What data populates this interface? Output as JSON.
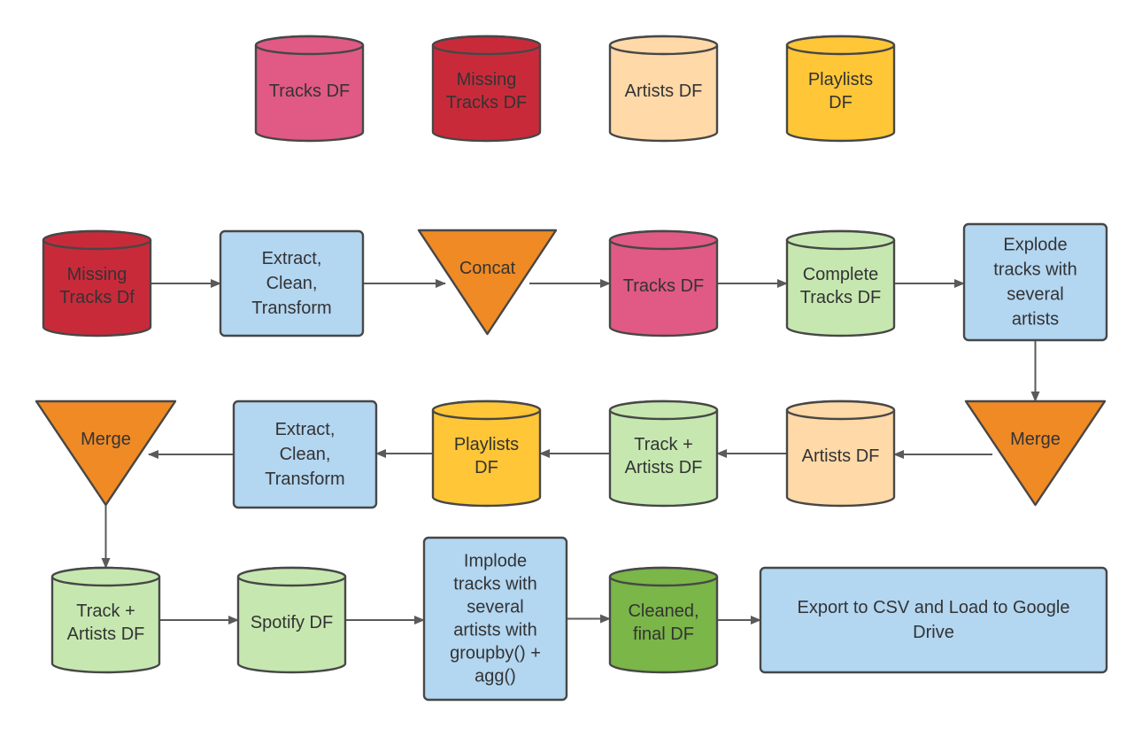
{
  "colors": {
    "tracks_pink": "#E05A85",
    "missing_red": "#C92A3A",
    "artists_peach": "#FFD9A8",
    "playlists_yellow": "#FFC637",
    "process_blue": "#B3D6F1",
    "merge_orange": "#F08A24",
    "complete_green": "#C6E8B0",
    "final_green": "#7AB648",
    "stroke": "#474747",
    "text": "#333333"
  },
  "legend": [
    {
      "id": "legend-tracks",
      "shape": "cylinder",
      "color": "tracks_pink",
      "lines": [
        "Tracks DF"
      ]
    },
    {
      "id": "legend-missing",
      "shape": "cylinder",
      "color": "missing_red",
      "lines": [
        "Missing",
        "Tracks DF"
      ]
    },
    {
      "id": "legend-artists",
      "shape": "cylinder",
      "color": "artists_peach",
      "lines": [
        "Artists DF"
      ]
    },
    {
      "id": "legend-playlists",
      "shape": "cylinder",
      "color": "playlists_yellow",
      "lines": [
        "Playlists",
        "DF"
      ]
    }
  ],
  "nodes": [
    {
      "id": "missing-tracks",
      "shape": "cylinder",
      "color": "missing_red",
      "lines": [
        "Missing",
        "Tracks Df"
      ]
    },
    {
      "id": "extract-1",
      "shape": "process",
      "color": "process_blue",
      "lines": [
        "Extract,",
        "Clean,",
        "Transform"
      ]
    },
    {
      "id": "concat",
      "shape": "merge",
      "color": "merge_orange",
      "lines": [
        "Concat"
      ]
    },
    {
      "id": "tracks-df",
      "shape": "cylinder",
      "color": "tracks_pink",
      "lines": [
        "Tracks DF"
      ]
    },
    {
      "id": "complete-tracks",
      "shape": "cylinder",
      "color": "complete_green",
      "lines": [
        "Complete",
        "Tracks DF"
      ]
    },
    {
      "id": "explode",
      "shape": "process",
      "color": "process_blue",
      "lines": [
        "Explode",
        "tracks with",
        "several",
        "artists"
      ]
    },
    {
      "id": "merge-1",
      "shape": "merge",
      "color": "merge_orange",
      "lines": [
        "Merge"
      ]
    },
    {
      "id": "artists-df",
      "shape": "cylinder",
      "color": "artists_peach",
      "lines": [
        "Artists DF"
      ]
    },
    {
      "id": "track-artists-1",
      "shape": "cylinder",
      "color": "complete_green",
      "lines": [
        "Track +",
        "Artists DF"
      ]
    },
    {
      "id": "playlists-df",
      "shape": "cylinder",
      "color": "playlists_yellow",
      "lines": [
        "Playlists",
        "DF"
      ]
    },
    {
      "id": "extract-2",
      "shape": "process",
      "color": "process_blue",
      "lines": [
        "Extract,",
        "Clean,",
        "Transform"
      ]
    },
    {
      "id": "merge-2",
      "shape": "merge",
      "color": "merge_orange",
      "lines": [
        "Merge"
      ]
    },
    {
      "id": "track-artists-2",
      "shape": "cylinder",
      "color": "complete_green",
      "lines": [
        "Track +",
        "Artists DF"
      ]
    },
    {
      "id": "spotify-df",
      "shape": "cylinder",
      "color": "complete_green",
      "lines": [
        "Spotify DF"
      ]
    },
    {
      "id": "implode",
      "shape": "process",
      "color": "process_blue",
      "lines": [
        "Implode",
        "tracks with",
        "several",
        "artists with",
        "groupby() +",
        "agg()"
      ]
    },
    {
      "id": "cleaned-final",
      "shape": "cylinder",
      "color": "final_green",
      "lines": [
        "Cleaned,",
        "final DF"
      ]
    },
    {
      "id": "export",
      "shape": "process",
      "color": "process_blue",
      "lines": [
        "Export to CSV and Load to Google",
        "Drive"
      ]
    }
  ],
  "edges": [
    {
      "from": "missing-tracks",
      "to": "extract-1"
    },
    {
      "from": "extract-1",
      "to": "concat"
    },
    {
      "from": "concat",
      "to": "tracks-df"
    },
    {
      "from": "tracks-df",
      "to": "complete-tracks"
    },
    {
      "from": "complete-tracks",
      "to": "explode"
    },
    {
      "from": "explode",
      "to": "merge-1"
    },
    {
      "from": "merge-1",
      "to": "artists-df"
    },
    {
      "from": "artists-df",
      "to": "track-artists-1"
    },
    {
      "from": "track-artists-1",
      "to": "playlists-df"
    },
    {
      "from": "playlists-df",
      "to": "extract-2"
    },
    {
      "from": "extract-2",
      "to": "merge-2"
    },
    {
      "from": "merge-2",
      "to": "track-artists-2"
    },
    {
      "from": "track-artists-2",
      "to": "spotify-df"
    },
    {
      "from": "spotify-df",
      "to": "implode"
    },
    {
      "from": "implode",
      "to": "cleaned-final"
    },
    {
      "from": "cleaned-final",
      "to": "export"
    }
  ]
}
